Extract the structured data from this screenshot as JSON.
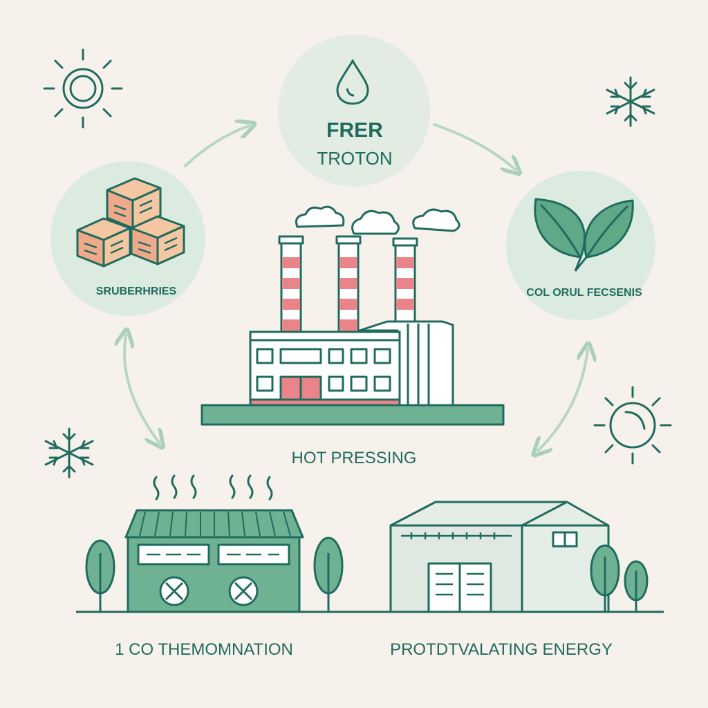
{
  "colors": {
    "background": "#f7f1ec",
    "circle_fill": "#dcebe0",
    "teal": "#1f6b5e",
    "green": "#5fa888",
    "pink": "#e8848a",
    "light_line": "#b7d6c3"
  },
  "nodes": {
    "top": {
      "title": "FRER",
      "subtitle": "TROTON",
      "icon": "water-drop-icon"
    },
    "left": {
      "label": "SRUBERHRIES",
      "icon": "stacked-boxes-icon"
    },
    "right": {
      "label": "COL ORUL FECSENIS",
      "icon": "leaves-icon"
    },
    "center": {
      "label": "HOT PRESSING",
      "icon": "factory-icon"
    },
    "bottom_left": {
      "label": "1  CO THEMOMNATION",
      "icon": "greenhouse-building-icon"
    },
    "bottom_right": {
      "label": "PROTDTVALATING ENERGY",
      "icon": "warehouse-icon"
    }
  },
  "decorations": [
    "sun-icon",
    "snowflake-icon",
    "snowflake-icon",
    "sun-icon"
  ]
}
